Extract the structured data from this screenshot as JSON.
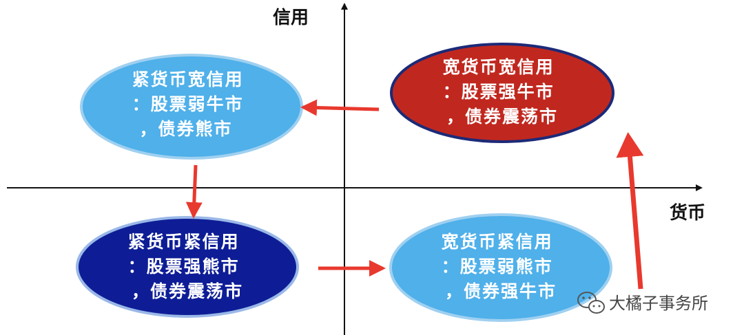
{
  "axes": {
    "y_label": "信用",
    "x_label": "货币"
  },
  "quadrants": {
    "top_left": {
      "lines": [
        "紧货币宽信用",
        "：股票弱牛市",
        "，债券熊市"
      ],
      "fill": "#4fb0ea",
      "stroke": "#9fd0f0",
      "text_color": "#ffffff"
    },
    "top_right": {
      "lines": [
        "宽货币宽信用",
        "：股票强牛市",
        "，债券震荡市"
      ],
      "fill": "#c0281f",
      "stroke": "#1c2a78",
      "text_color": "#ffffff"
    },
    "bottom_left": {
      "lines": [
        "紧货币紧信用",
        "：股票强熊市",
        "，债券震荡市"
      ],
      "fill": "#0e1d96",
      "stroke": "#9ab8e8",
      "text_color": "#ffffff"
    },
    "bottom_right": {
      "lines": [
        "宽货币紧信用",
        "：股票弱熊市",
        "，债券强牛市"
      ],
      "fill": "#4fb0ea",
      "stroke": "#9fd0f0",
      "text_color": "#ffffff"
    }
  },
  "arrow_color": "#e8392e",
  "watermark": {
    "text": "大橘子事务所",
    "icon": "wechat-icon"
  }
}
